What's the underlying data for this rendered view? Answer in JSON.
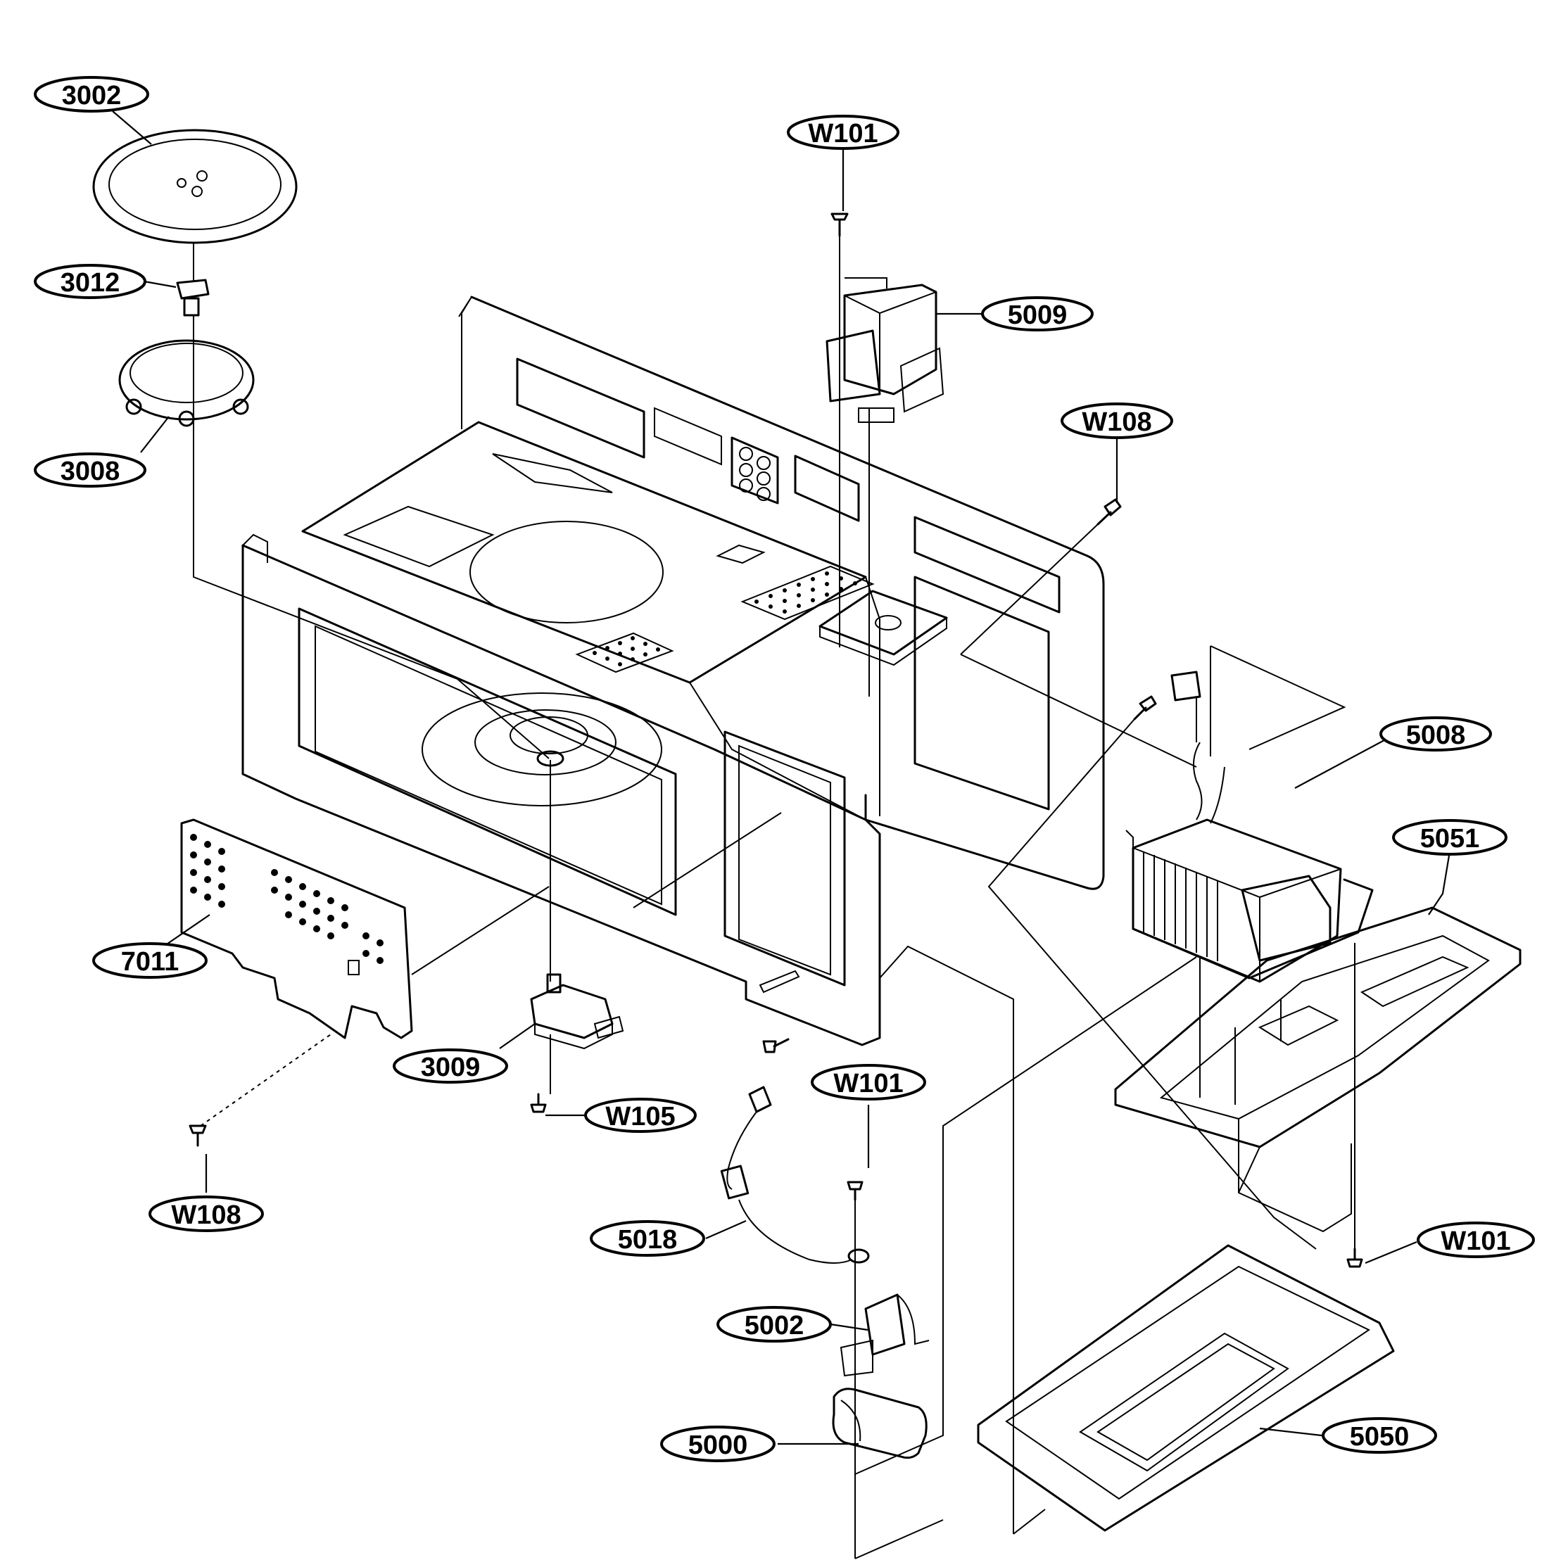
{
  "diagram": {
    "labels": {
      "p3002": "3002",
      "p3012": "3012",
      "p3008": "3008",
      "pW101_top": "W101",
      "p5009": "5009",
      "pW108_right": "W108",
      "p5008": "5008",
      "p5051": "5051",
      "p7011": "7011",
      "p3009": "3009",
      "pW105": "W105",
      "pW101_mid": "W101",
      "p5018": "5018",
      "p5002": "5002",
      "p5000": "5000",
      "pW101_right": "W101",
      "p5050": "5050",
      "pW108_left": "W108"
    }
  }
}
